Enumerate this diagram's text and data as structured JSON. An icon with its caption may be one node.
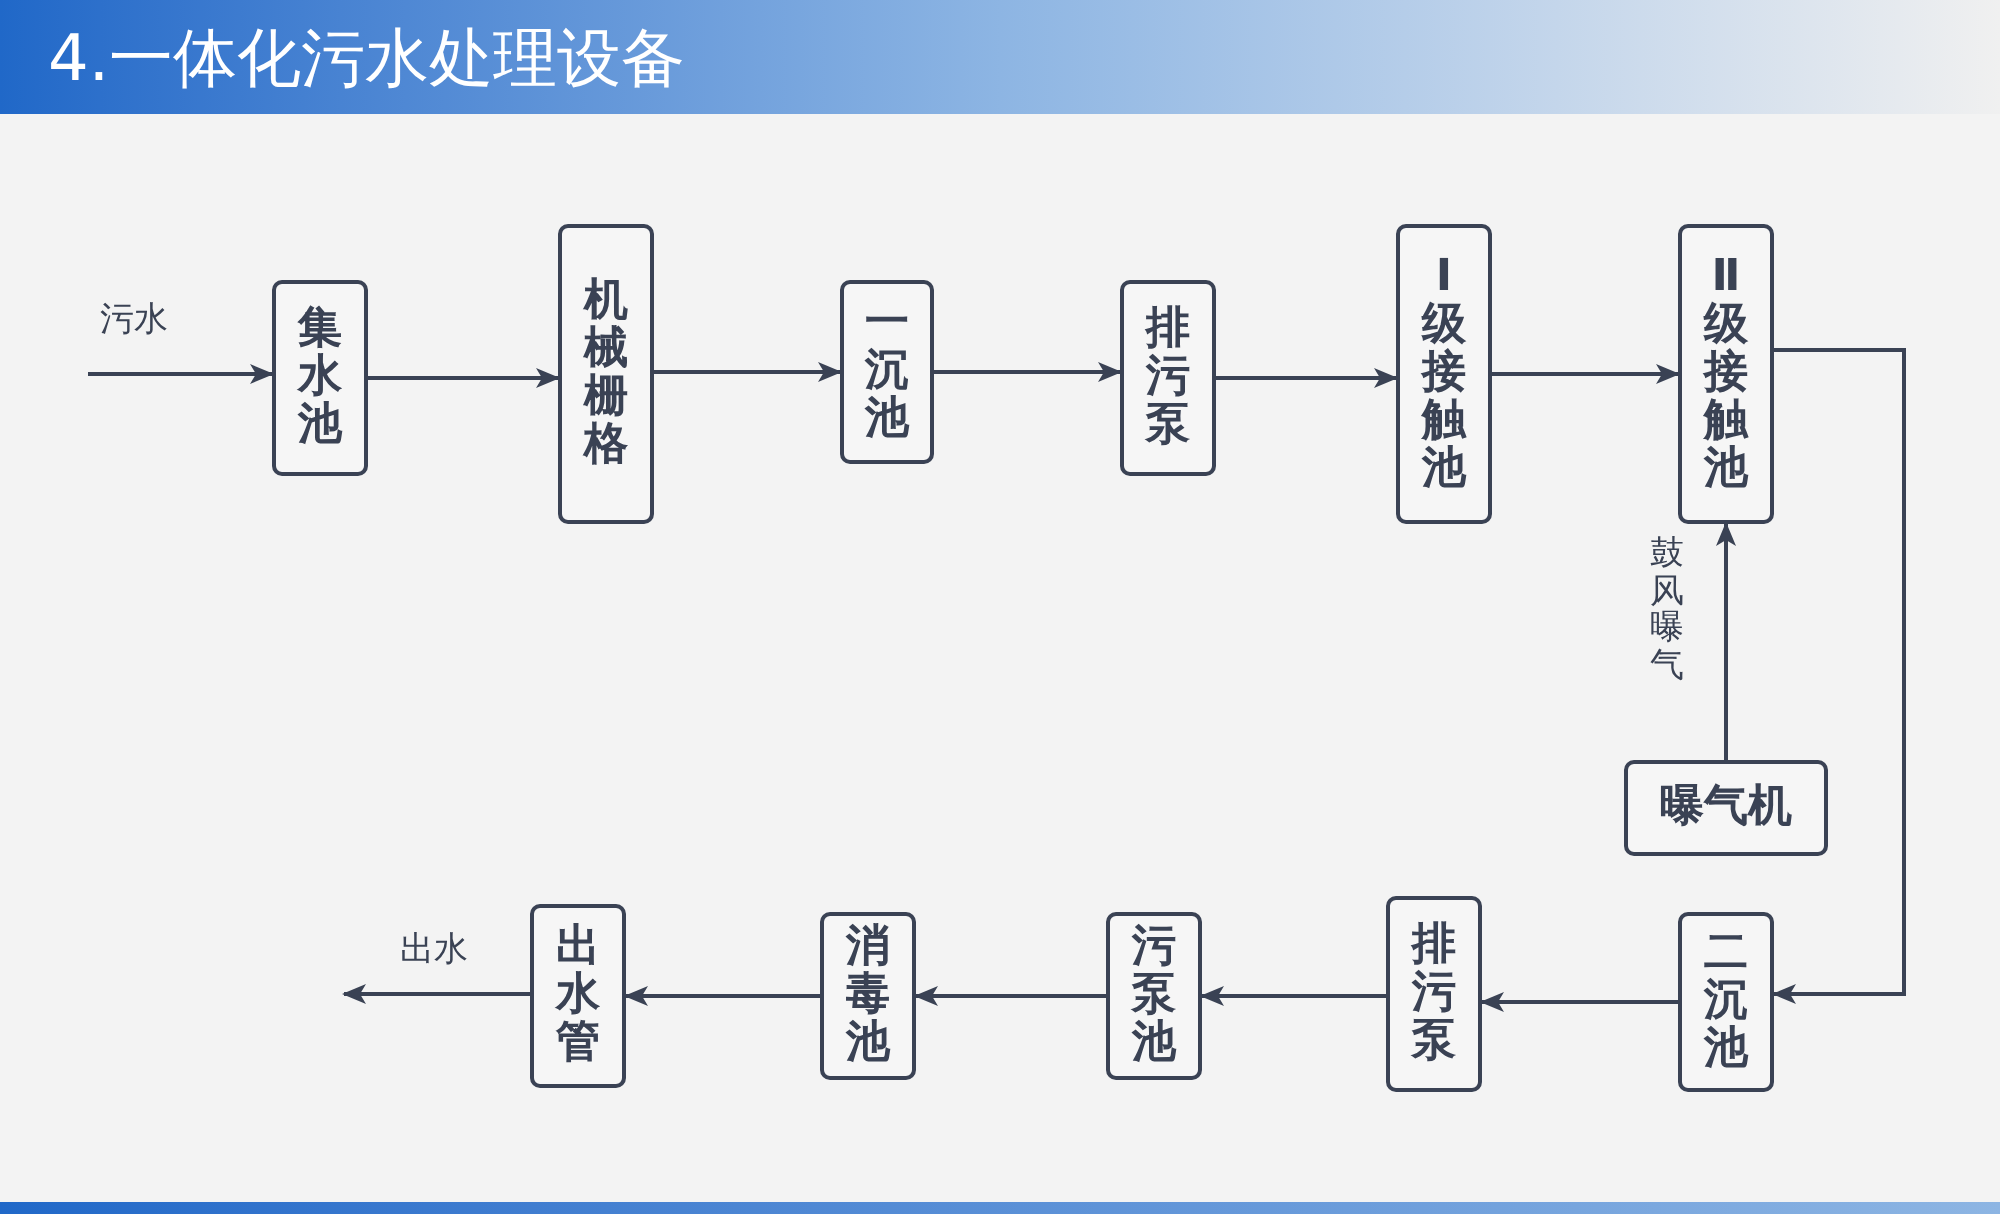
{
  "diagram": {
    "title": "4.一体化污水处理设备",
    "nodes": [
      {
        "text": [
          "集水池"
        ]
      },
      {
        "text": [
          "机械栅格"
        ]
      },
      {
        "text": [
          "一沉池"
        ]
      },
      {
        "text": [
          "排污泵"
        ]
      },
      {
        "text": [
          "Ⅰ级接触池"
        ]
      },
      {
        "text": [
          "Ⅱ级接触池"
        ]
      },
      {
        "text": [
          "曝气机"
        ]
      },
      {
        "text": [
          "二沉池"
        ]
      },
      {
        "text": [
          "排污泵"
        ]
      },
      {
        "text": [
          "污泵池"
        ]
      },
      {
        "text": [
          "消毒池"
        ]
      },
      {
        "text": [
          "出水管"
        ]
      }
    ],
    "edges": [
      {
        "from": null,
        "to": 0,
        "arrow": "to",
        "label": "污水"
      },
      {
        "from": 0,
        "to": 1,
        "arrow": "to"
      },
      {
        "from": 1,
        "to": 2,
        "arrow": "to"
      },
      {
        "from": 2,
        "to": 3,
        "arrow": "to"
      },
      {
        "from": 3,
        "to": 4,
        "arrow": "to"
      },
      {
        "from": 4,
        "to": 5,
        "arrow": "to"
      },
      {
        "from": 6,
        "to": 5,
        "arrow": "to",
        "label": "鼓风曝气"
      },
      {
        "from": 5,
        "to": 7,
        "arrow": "to"
      },
      {
        "from": 7,
        "to": 8,
        "arrow": "to"
      },
      {
        "from": 8,
        "to": 9,
        "arrow": "to"
      },
      {
        "from": 9,
        "to": 10,
        "arrow": "to"
      },
      {
        "from": 10,
        "to": 11,
        "arrow": "to"
      },
      {
        "from": 11,
        "to": null,
        "arrow": "to",
        "label": "出水"
      }
    ]
  }
}
